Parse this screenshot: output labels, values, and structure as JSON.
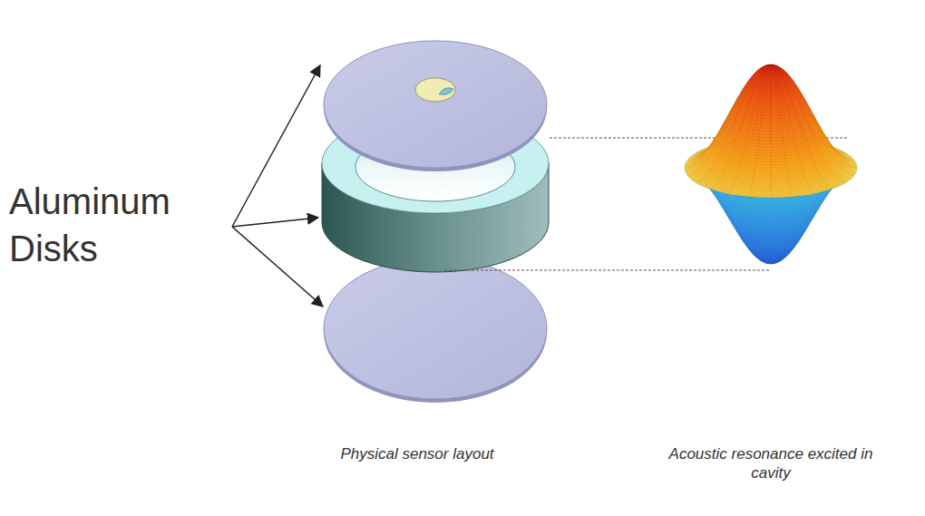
{
  "diagram": {
    "labels": [
      "Aluminum Disks",
      "Physical sensor layout",
      "Acoustic resonance excited in cavity"
    ]
  }
}
